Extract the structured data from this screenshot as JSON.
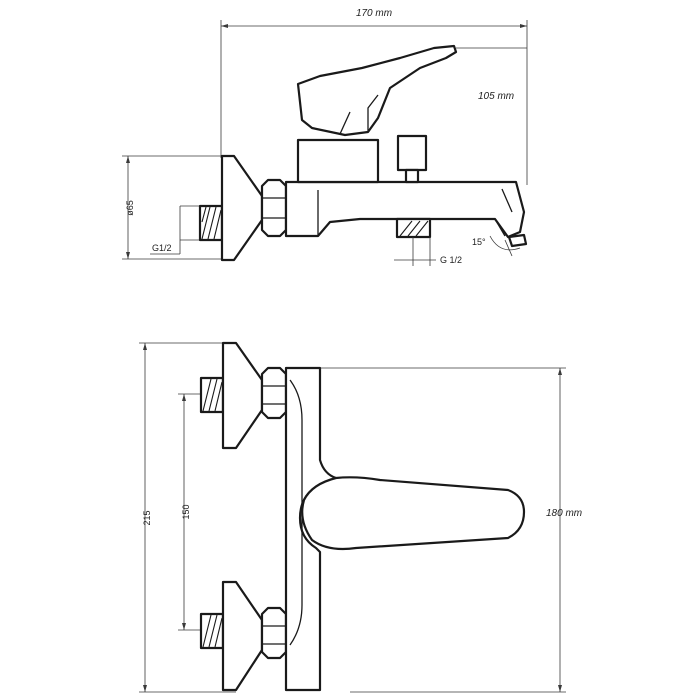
{
  "side_view": {
    "width_label": "170 mm",
    "height_label": "105 mm",
    "diameter_label": "ø65",
    "inlet_thread_label": "G1/2",
    "outlet_thread_label": "G 1/2",
    "angle_label": "15°"
  },
  "top_view": {
    "total_height_label": "215",
    "center_distance_label": "150",
    "depth_label": "180 mm"
  }
}
